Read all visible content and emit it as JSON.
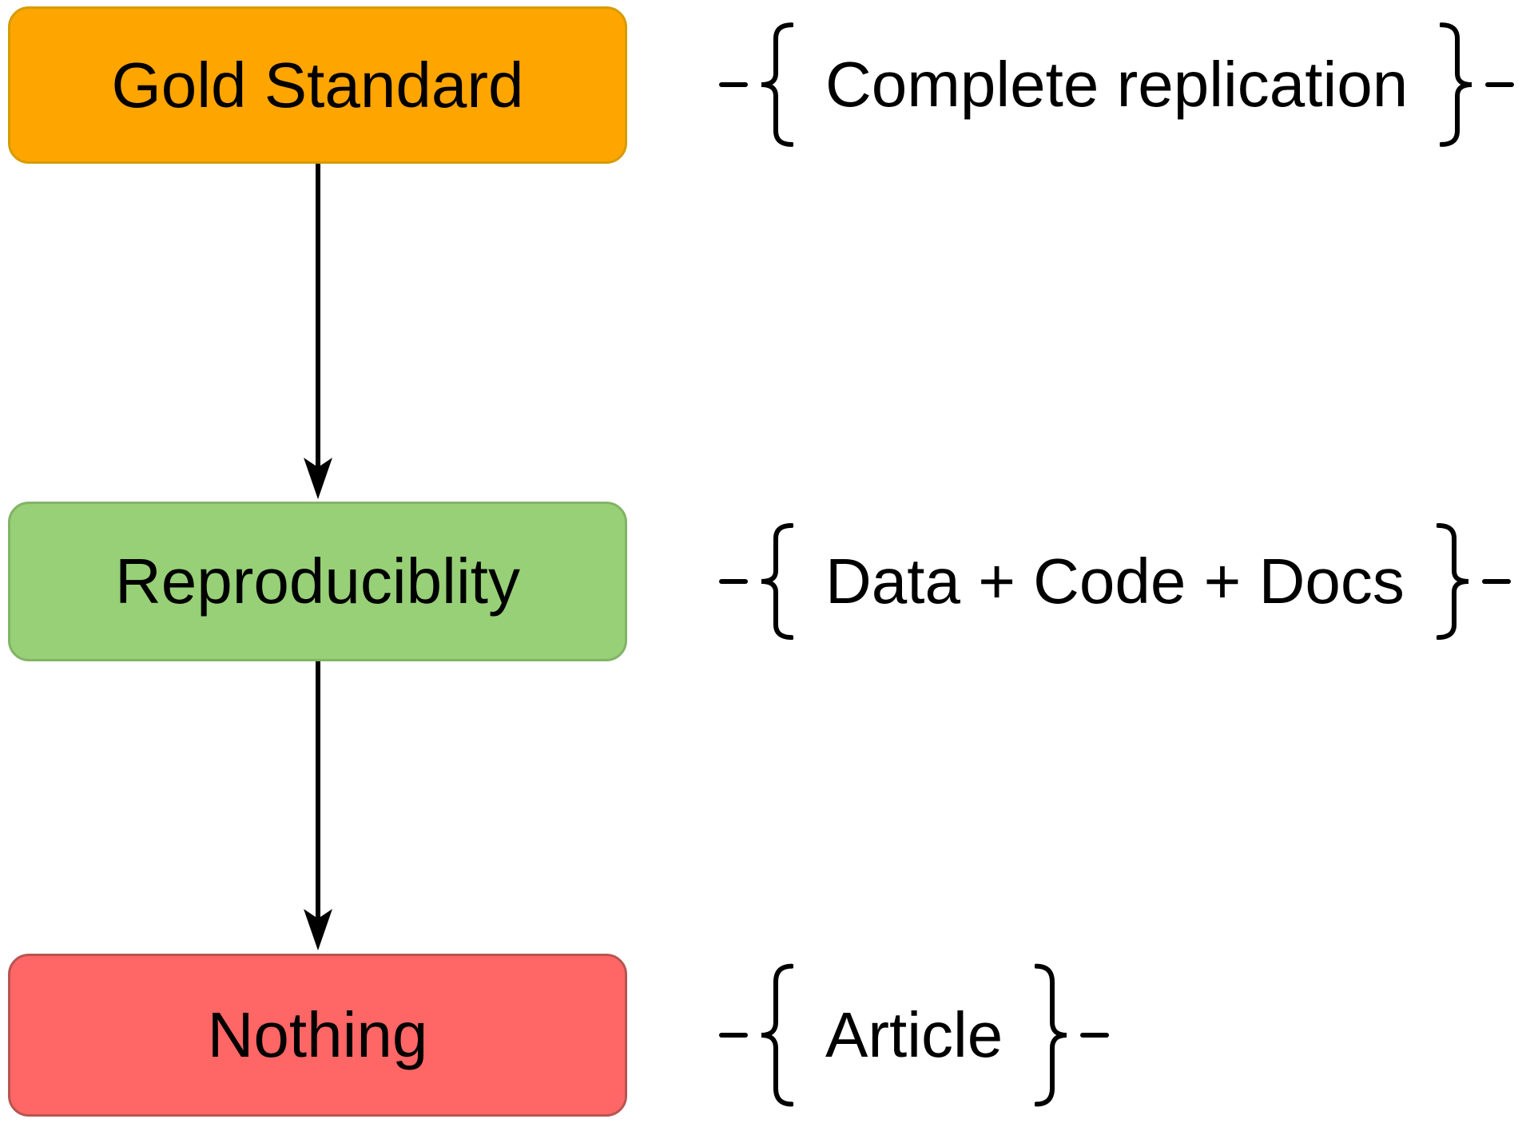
{
  "diagram": {
    "edge_color": "#000000",
    "text_color": "#000000",
    "nodes": [
      {
        "label": "Gold Standard",
        "fill": "#FFA500",
        "stroke": "#D79B00"
      },
      {
        "label": "Reproduciblity",
        "fill": "#97D077",
        "stroke": "#82B366"
      },
      {
        "label": "Nothing",
        "fill": "#FF6666",
        "stroke": "#B85450"
      }
    ],
    "edges": [
      {
        "from": "Gold Standard",
        "to": "Reproduciblity"
      },
      {
        "from": "Reproduciblity",
        "to": "Nothing"
      }
    ],
    "annotations": [
      {
        "node": "Gold Standard",
        "label": "Complete replication"
      },
      {
        "node": "Reproduciblity",
        "label": "Data + Code + Docs"
      },
      {
        "node": "Nothing",
        "label": "Article"
      }
    ]
  }
}
